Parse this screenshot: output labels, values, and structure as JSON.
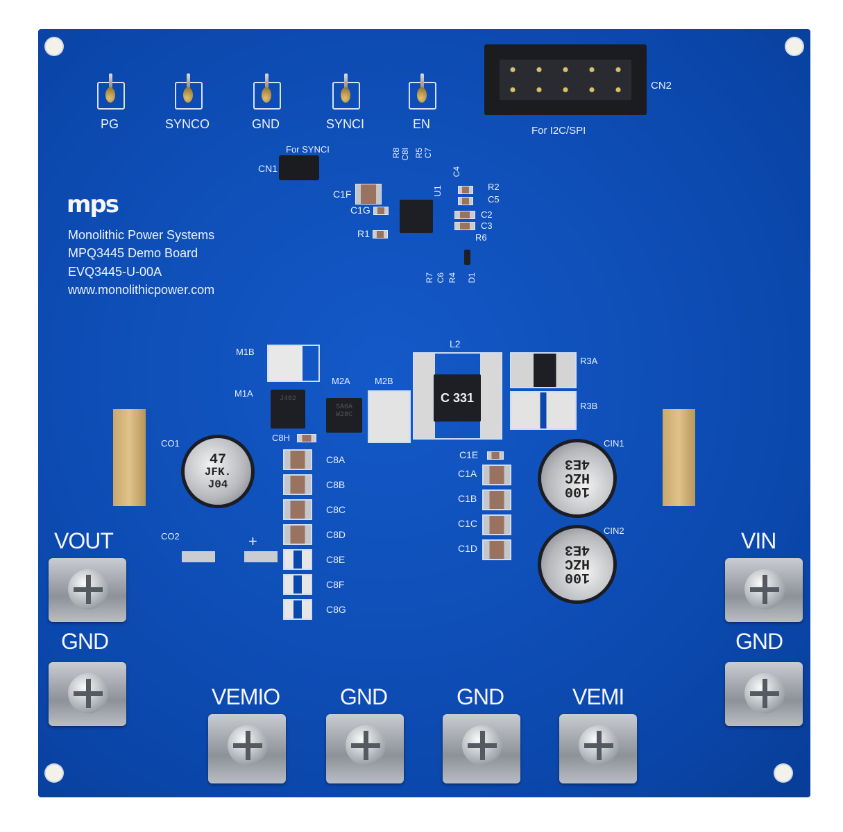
{
  "board": {
    "logo": "mps",
    "company": "Monolithic Power Systems",
    "title": "MPQ3445 Demo Board",
    "part": "EVQ3445-U-00A",
    "url": "www.monolithicpower.com",
    "color": "#0b48ad"
  },
  "test_points": [
    "PG",
    "SYNCO",
    "GND",
    "SYNCI",
    "EN"
  ],
  "connectors": {
    "cn2": "CN2",
    "cn2_note": "For I2C/SPI",
    "cn1": "CN1",
    "cn1_note": "For SYNCI"
  },
  "terminals": {
    "vout": "VOUT",
    "gnd_left": "GND",
    "vin": "VIN",
    "gnd_right": "GND",
    "vemio": "VEMIO",
    "gnd_b1": "GND",
    "gnd_b2": "GND",
    "vemi": "VEMI"
  },
  "components": {
    "u1": "U1",
    "c1f": "C1F",
    "c1g": "C1G",
    "r1": "R1",
    "r8": "R8",
    "c8i": "C8I",
    "r5": "R5",
    "c7": "C7",
    "c4": "C4",
    "r2": "R2",
    "c5": "C5",
    "c2": "C2",
    "c3": "C3",
    "r6": "R6",
    "r7": "R7",
    "c6": "C6",
    "r4": "R4",
    "d1": "D1",
    "m1b": "M1B",
    "m1a": "M1A",
    "m2a": "M2A",
    "m2b": "M2B",
    "l2": "L2",
    "r3a": "R3A",
    "r3b": "R3B",
    "c8h": "C8H",
    "co1": "CO1",
    "co2": "CO2",
    "cin1": "CIN1",
    "cin2": "CIN2",
    "c1e": "C1E",
    "c8": [
      "C8A",
      "C8B",
      "C8C",
      "C8D",
      "C8E",
      "C8F",
      "C8G"
    ],
    "c1": [
      "C1A",
      "C1B",
      "C1C",
      "C1D"
    ]
  },
  "markings": {
    "co1": [
      "47",
      "JFK.",
      "J04"
    ],
    "cin": [
      "100",
      "HZC",
      "4E3"
    ],
    "l2": "C 331",
    "mosfet": [
      "J462",
      "SA0A",
      "W28C"
    ],
    "plus": "+"
  }
}
